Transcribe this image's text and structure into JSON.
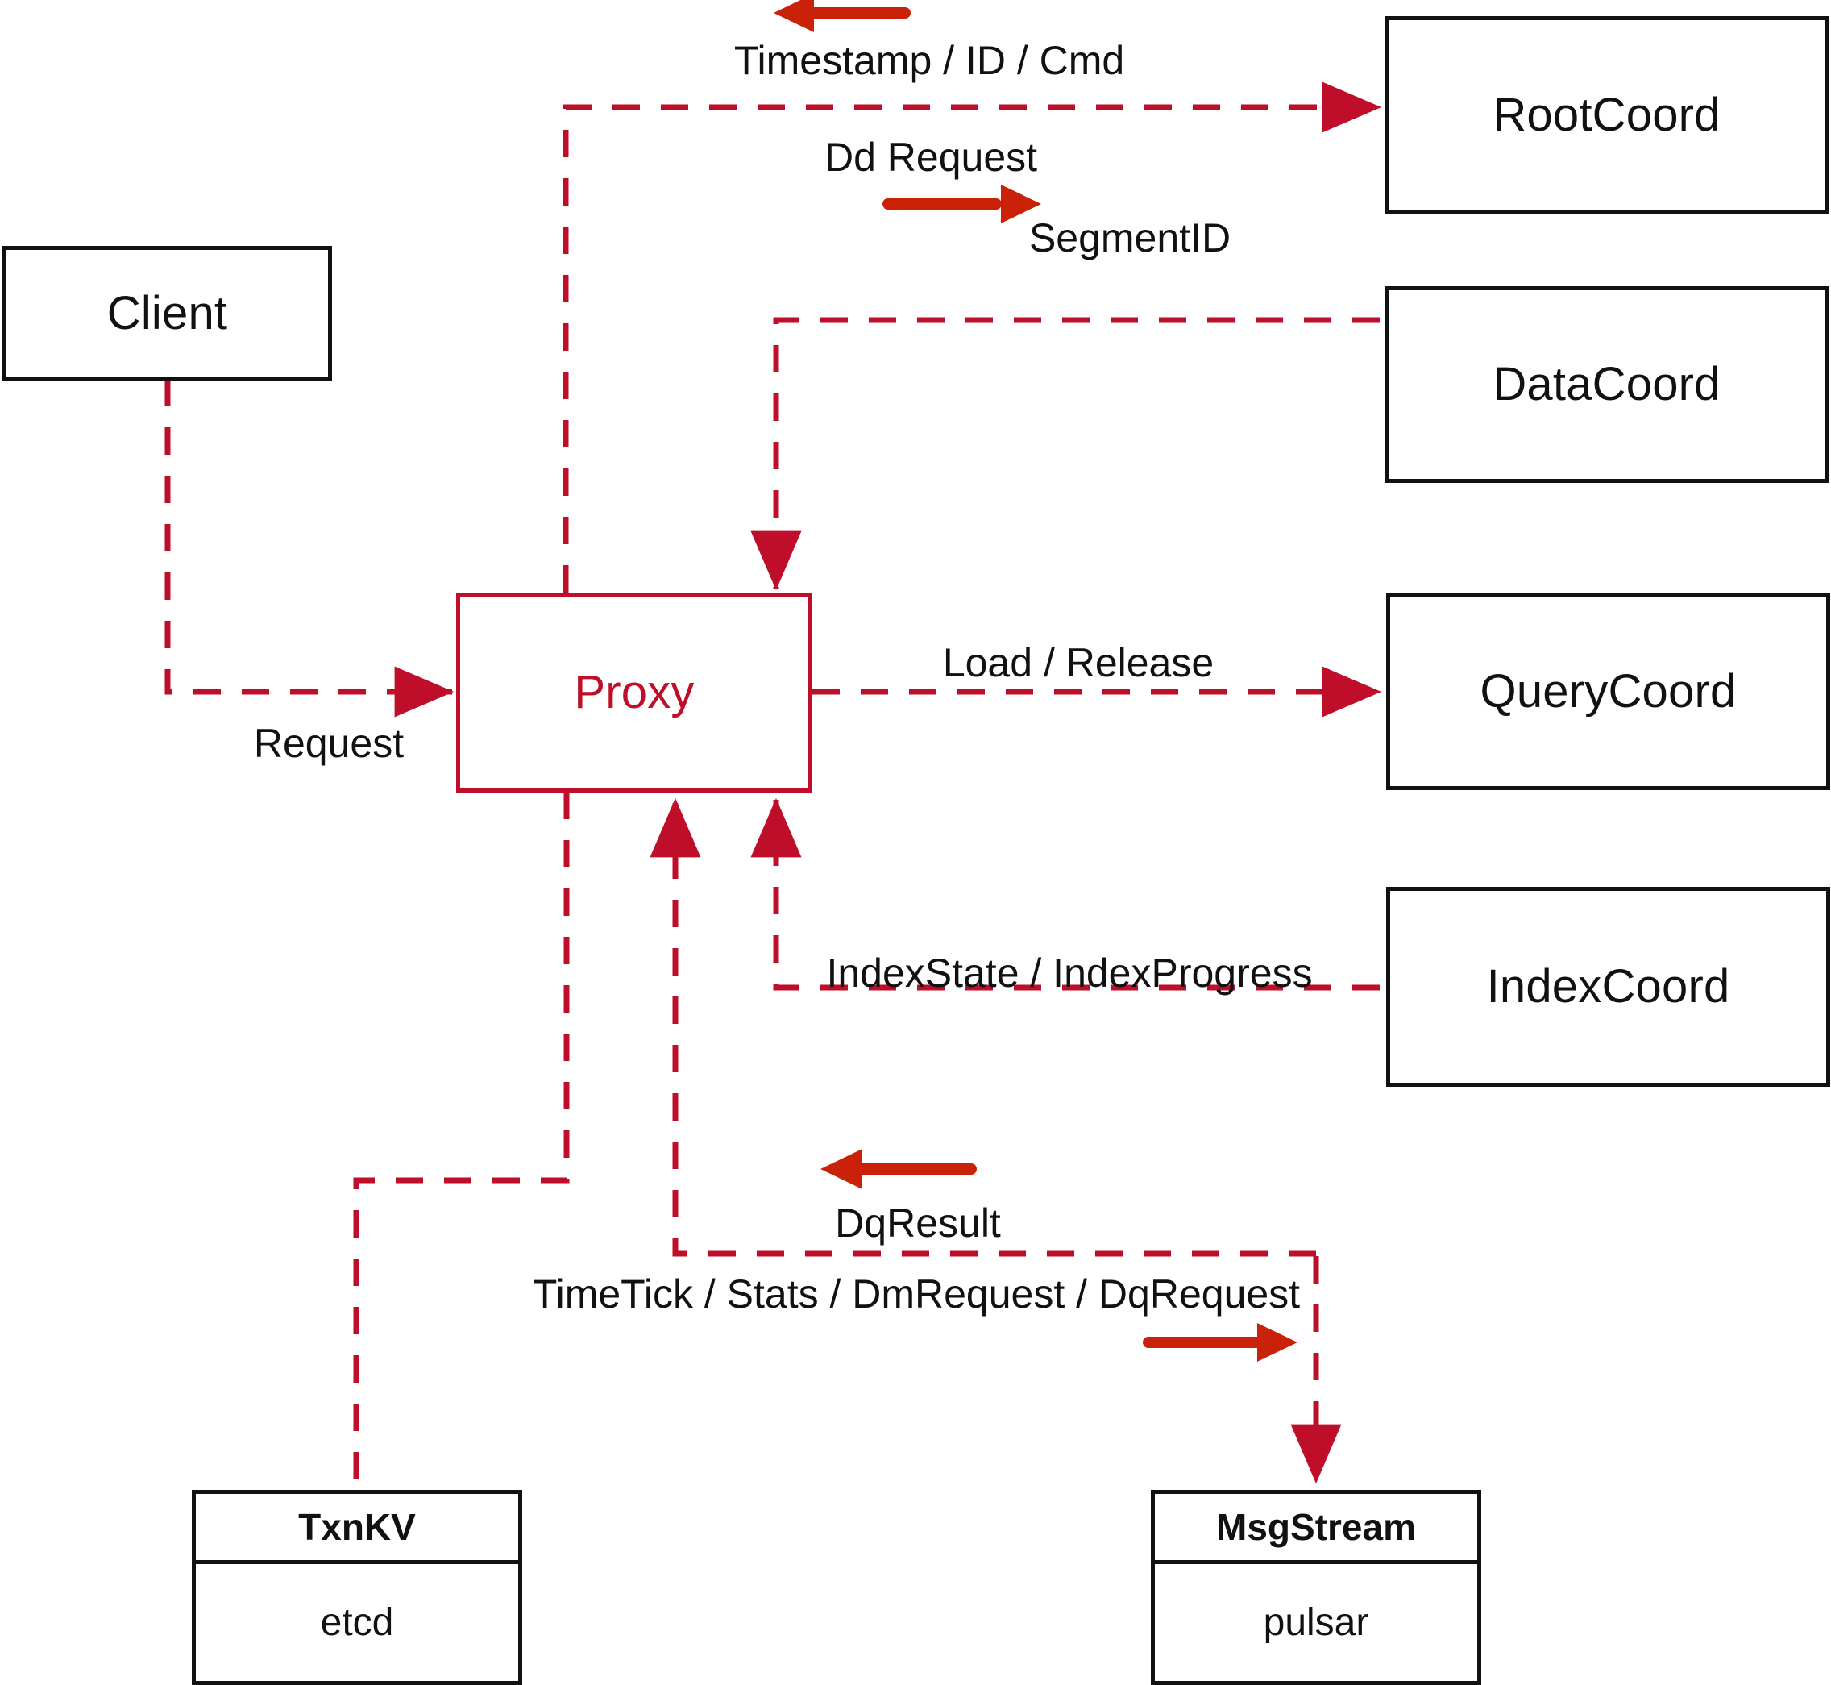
{
  "diagram": {
    "title": "Milvus Proxy interaction diagram",
    "colors": {
      "node_border": "#111111",
      "accent": "#BE0E29",
      "arrow_red": "#C92208",
      "background": "#FFFFFF"
    },
    "nodes": {
      "client": {
        "label": "Client"
      },
      "proxy": {
        "label": "Proxy"
      },
      "root_coord": {
        "label": "RootCoord"
      },
      "data_coord": {
        "label": "DataCoord"
      },
      "query_coord": {
        "label": "QueryCoord"
      },
      "index_coord": {
        "label": "IndexCoord"
      },
      "txnkv": {
        "head": "TxnKV",
        "body": "etcd"
      },
      "msgstream": {
        "head": "MsgStream",
        "body": "pulsar"
      }
    },
    "edges": {
      "timestamp_id_cmd": "Timestamp / ID / Cmd",
      "dd_request": "Dd Request",
      "segment_id": "SegmentID",
      "request": "Request",
      "load_release": "Load / Release",
      "index_state_progress": "IndexState / IndexProgress",
      "dq_result": "DqResult",
      "timetick_stats": "TimeTick / Stats / DmRequest / DqRequest"
    }
  }
}
